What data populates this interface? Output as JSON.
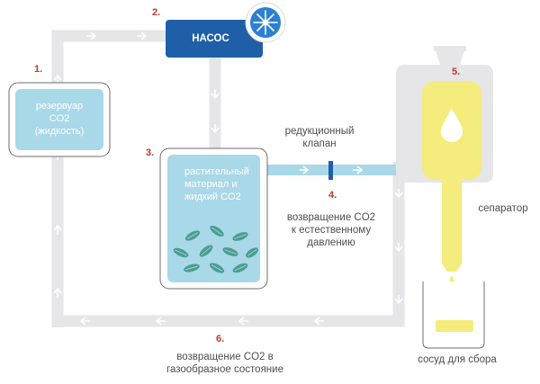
{
  "colors": {
    "pipe": "#e6e6e8",
    "arrow": "#ffffff",
    "liquid_co2": "#a9d8e8",
    "pump": "#1f5fa8",
    "fan_blue": "#2b80d2",
    "yellow": "#f4ec7c",
    "leaf": "#4a9e8f",
    "step_number": "#c0392b",
    "label_text": "#4d4d4d"
  },
  "steps": {
    "reservoir": {
      "number": "1.",
      "label_lines": [
        "резервуар",
        "CO2",
        "(жидкость)"
      ]
    },
    "pump": {
      "number": "2.",
      "label": "НАСОС",
      "icon": "fan-icon"
    },
    "extraction": {
      "number": "3.",
      "label_lines": [
        "растительный",
        "материал и",
        "жидкий CO2"
      ]
    },
    "valve": {
      "number": "4.",
      "title_lines": [
        "редукционный",
        "клапан"
      ],
      "desc_lines": [
        "возвращение CO2",
        "к естественному",
        "давлению"
      ]
    },
    "separator": {
      "number": "5.",
      "label": "сепаратор",
      "icon": "droplet-icon"
    },
    "return": {
      "number": "6.",
      "label_lines": [
        "возвращение CO2 в",
        "газообразное состояние"
      ]
    }
  },
  "vessel": {
    "label": "сосуд для сбора"
  }
}
